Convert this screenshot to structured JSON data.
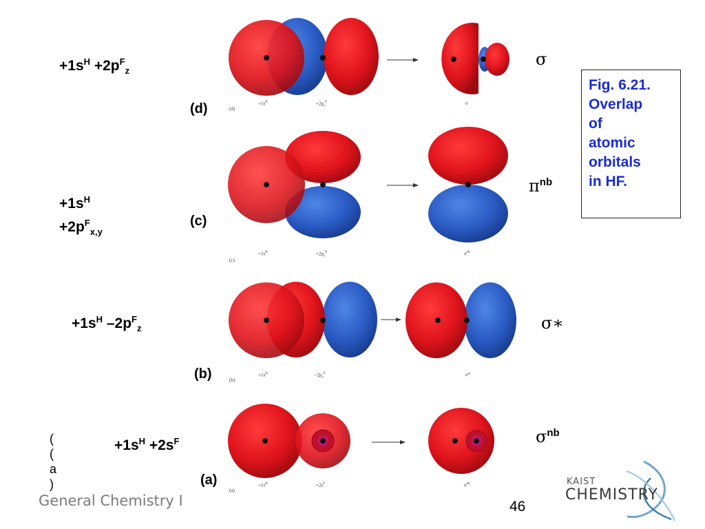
{
  "figure_caption": "Fig. 6.21. Overlap of atomic orbitals in HF.",
  "figure_caption_lines": [
    "Fig. 6.21.",
    "Overlap",
    "of",
    "atomic",
    "orbitals",
    "in HF."
  ],
  "panels": {
    "d": {
      "tag": "(d)",
      "combo": {
        "a": "+1s",
        "a_sup": "H",
        "b": " +2p",
        "b_sup": "F",
        "b_sub": "z"
      },
      "mo_symbol": "σ",
      "mo_sup": "",
      "small": {
        "tag": "(d)",
        "left": "+1s",
        "left_sup": "H",
        "mid": "+2p",
        "mid_sub": "z",
        "mid_sup": "F",
        "right": "σ",
        "right_sup": ""
      }
    },
    "c": {
      "tag": "(c)",
      "combo": {
        "line1": "+1s",
        "line1_sup": "H",
        "line2": "+2p",
        "line2_sup": "F",
        "line2_sub": "x,y"
      },
      "mo_symbol": "π",
      "mo_sup": "nb",
      "small": {
        "tag": "(c)",
        "left": "+1s",
        "left_sup": "H",
        "mid": "+2p",
        "mid_sub": "x",
        "mid_sup": "F",
        "right": "π",
        "right_sup": "nb"
      }
    },
    "b": {
      "tag": "(b)",
      "combo": {
        "a": "+1s",
        "a_sup": "H",
        "b": " –2p",
        "b_sup": "F",
        "b_sub": "z"
      },
      "mo_symbol": "σ∗",
      "mo_sup": "",
      "small": {
        "tag": "(b)",
        "left": "+1s",
        "left_sup": "H",
        "mid": "–2p",
        "mid_sub": "z",
        "mid_sup": "F",
        "right": "σ*",
        "right_sup": ""
      }
    },
    "a": {
      "tag": "(a)",
      "combo": {
        "a": "+1s",
        "a_sup": "H",
        "b": " +2s",
        "b_sup": "F"
      },
      "mo_symbol": "σ",
      "mo_sup": "nb",
      "small": {
        "tag": "(a)",
        "left": "+1s",
        "left_sup": "H",
        "mid": "+2s",
        "mid_sup": "F",
        "right": "σ",
        "right_sup": "nb"
      }
    }
  },
  "stray_parens": [
    "(",
    "(",
    "a",
    ")"
  ],
  "footer": "General Chemistry I",
  "page_number": "46",
  "logo": {
    "line1": "KAIST",
    "line2": "CHEMISTRY"
  },
  "colors": {
    "red_lobe": "#e0141c",
    "blue_lobe": "#2a5bc4",
    "caption_blue": "#1a2bd6",
    "footer_gray": "#7a7a7a"
  }
}
